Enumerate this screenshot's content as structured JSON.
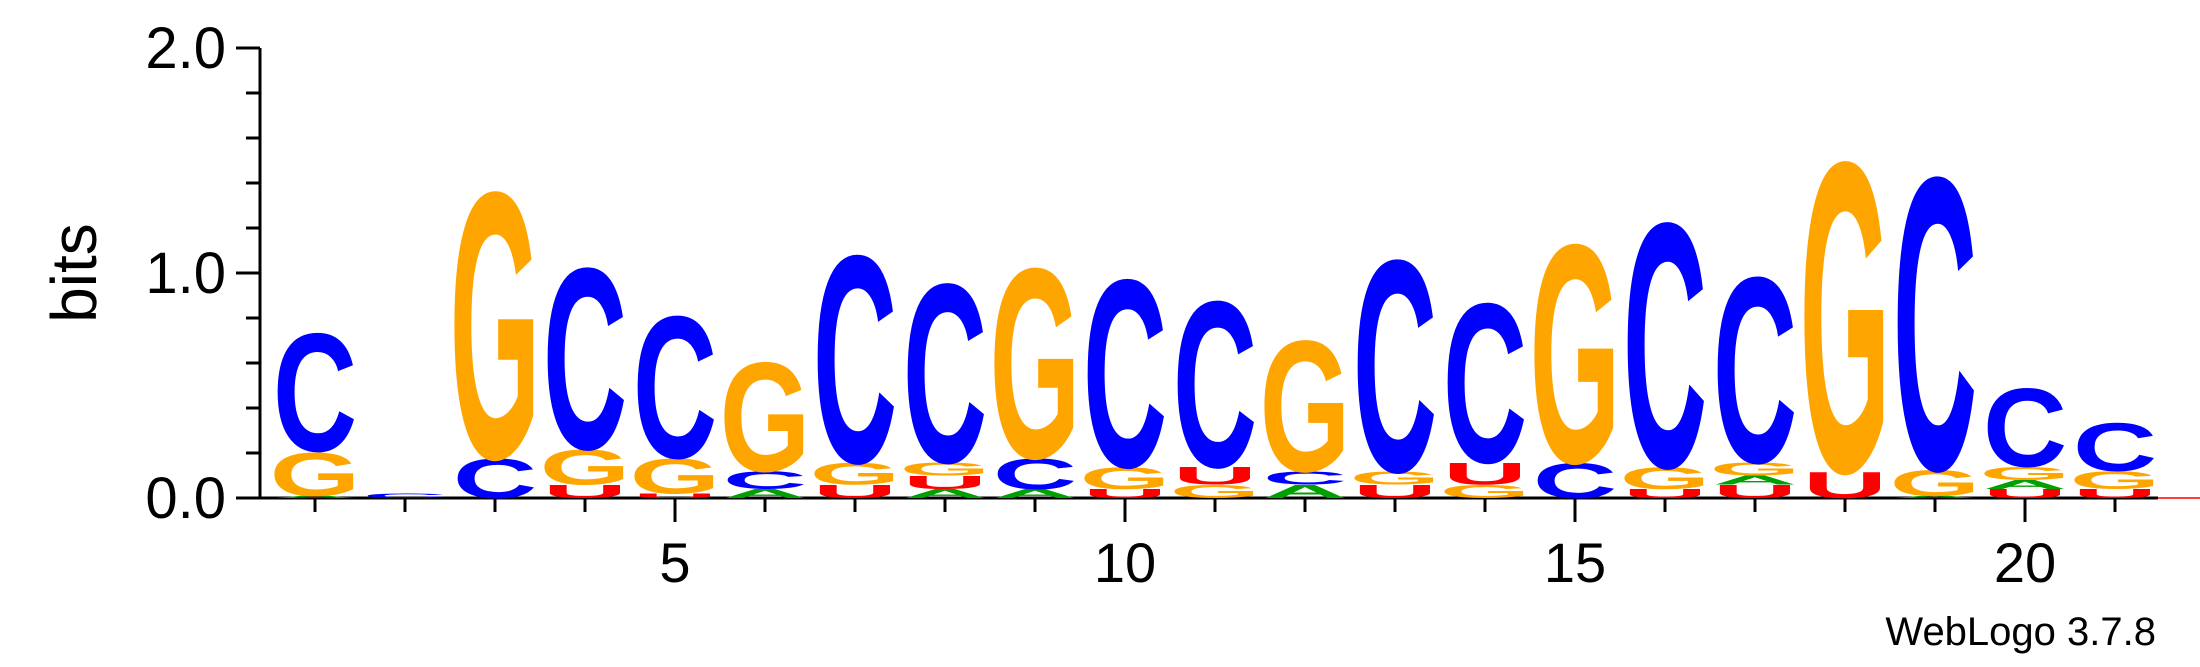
{
  "chart_data": {
    "type": "sequence-logo",
    "ylabel": "bits",
    "ylim": [
      0,
      2.0
    ],
    "y_ticks": [
      "0.0",
      "1.0",
      "2.0"
    ],
    "x_ticks": [
      "5",
      "10",
      "15",
      "20"
    ],
    "positions": [
      1,
      2,
      3,
      4,
      5,
      6,
      7,
      8,
      9,
      10,
      11,
      12,
      13,
      14,
      15,
      16,
      17,
      18,
      19,
      20,
      21
    ],
    "colors": {
      "A": "#00a000",
      "C": "#0000ff",
      "G": "#ffa500",
      "U": "#ff0000"
    },
    "columns": [
      {
        "pos": 1,
        "stack": [
          {
            "base": "A",
            "bits": 0.01
          },
          {
            "base": "G",
            "bits": 0.2
          },
          {
            "base": "C",
            "bits": 0.54
          }
        ]
      },
      {
        "pos": 2,
        "stack": [
          {
            "base": "C",
            "bits": 0.02
          }
        ]
      },
      {
        "pos": 3,
        "stack": [
          {
            "base": "C",
            "bits": 0.18
          },
          {
            "base": "G",
            "bits": 1.22
          }
        ]
      },
      {
        "pos": 4,
        "stack": [
          {
            "base": "U",
            "bits": 0.06
          },
          {
            "base": "G",
            "bits": 0.16
          },
          {
            "base": "C",
            "bits": 0.83
          }
        ]
      },
      {
        "pos": 5,
        "stack": [
          {
            "base": "U",
            "bits": 0.02
          },
          {
            "base": "G",
            "bits": 0.16
          },
          {
            "base": "C",
            "bits": 0.65
          }
        ]
      },
      {
        "pos": 6,
        "stack": [
          {
            "base": "A",
            "bits": 0.04
          },
          {
            "base": "C",
            "bits": 0.08
          },
          {
            "base": "G",
            "bits": 0.5
          }
        ]
      },
      {
        "pos": 7,
        "stack": [
          {
            "base": "U",
            "bits": 0.06
          },
          {
            "base": "G",
            "bits": 0.1
          },
          {
            "base": "C",
            "bits": 0.95
          }
        ]
      },
      {
        "pos": 8,
        "stack": [
          {
            "base": "A",
            "bits": 0.04
          },
          {
            "base": "U",
            "bits": 0.06
          },
          {
            "base": "G",
            "bits": 0.06
          },
          {
            "base": "C",
            "bits": 0.82
          }
        ]
      },
      {
        "pos": 9,
        "stack": [
          {
            "base": "A",
            "bits": 0.04
          },
          {
            "base": "C",
            "bits": 0.14
          },
          {
            "base": "G",
            "bits": 0.87
          }
        ]
      },
      {
        "pos": 10,
        "stack": [
          {
            "base": "U",
            "bits": 0.04
          },
          {
            "base": "G",
            "bits": 0.1
          },
          {
            "base": "C",
            "bits": 0.86
          }
        ]
      },
      {
        "pos": 11,
        "stack": [
          {
            "base": "G",
            "bits": 0.06
          },
          {
            "base": "U",
            "bits": 0.08
          },
          {
            "base": "C",
            "bits": 0.76
          }
        ]
      },
      {
        "pos": 12,
        "stack": [
          {
            "base": "A",
            "bits": 0.06
          },
          {
            "base": "C",
            "bits": 0.06
          },
          {
            "base": "G",
            "bits": 0.6
          }
        ]
      },
      {
        "pos": 13,
        "stack": [
          {
            "base": "U",
            "bits": 0.06
          },
          {
            "base": "G",
            "bits": 0.06
          },
          {
            "base": "C",
            "bits": 0.97
          }
        ]
      },
      {
        "pos": 14,
        "stack": [
          {
            "base": "G",
            "bits": 0.06
          },
          {
            "base": "U",
            "bits": 0.1
          },
          {
            "base": "C",
            "bits": 0.73
          }
        ]
      },
      {
        "pos": 15,
        "stack": [
          {
            "base": "C",
            "bits": 0.16
          },
          {
            "base": "G",
            "bits": 1.0
          }
        ]
      },
      {
        "pos": 16,
        "stack": [
          {
            "base": "U",
            "bits": 0.04
          },
          {
            "base": "G",
            "bits": 0.1
          },
          {
            "base": "C",
            "bits": 1.12
          }
        ]
      },
      {
        "pos": 17,
        "stack": [
          {
            "base": "U",
            "bits": 0.06
          },
          {
            "base": "A",
            "bits": 0.04
          },
          {
            "base": "G",
            "bits": 0.06
          },
          {
            "base": "C",
            "bits": 0.85
          }
        ]
      },
      {
        "pos": 18,
        "stack": [
          {
            "base": "U",
            "bits": 0.12
          },
          {
            "base": "G",
            "bits": 1.42
          }
        ]
      },
      {
        "pos": 19,
        "stack": [
          {
            "base": "A",
            "bits": 0.01
          },
          {
            "base": "G",
            "bits": 0.12
          },
          {
            "base": "C",
            "bits": 1.34
          }
        ]
      },
      {
        "pos": 20,
        "stack": [
          {
            "base": "U",
            "bits": 0.04
          },
          {
            "base": "A",
            "bits": 0.04
          },
          {
            "base": "G",
            "bits": 0.06
          },
          {
            "base": "C",
            "bits": 0.36
          }
        ]
      },
      {
        "pos": 21,
        "stack": [
          {
            "base": "U",
            "bits": 0.04
          },
          {
            "base": "G",
            "bits": 0.08
          },
          {
            "base": "C",
            "bits": 0.22
          }
        ]
      }
    ]
  },
  "credit": "WebLogo 3.7.8"
}
